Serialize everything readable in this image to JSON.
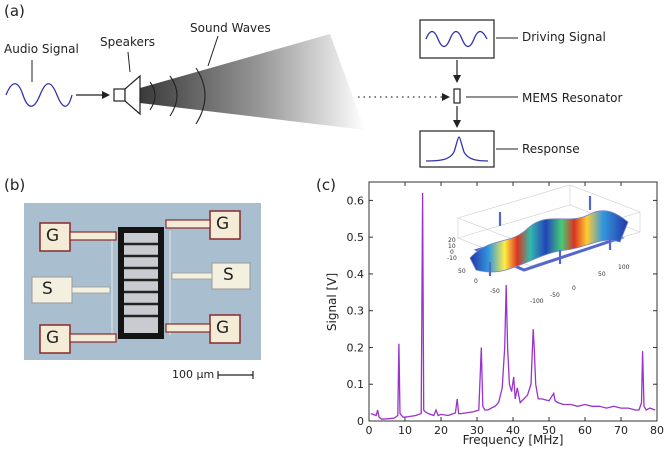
{
  "panel_a": {
    "label": "(a)",
    "audio_signal": "Audio Signal",
    "speakers": "Speakers",
    "sound_waves": "Sound Waves",
    "driving_signal": "Driving Signal",
    "mems_resonator": "MEMS Resonator",
    "response": "Response"
  },
  "panel_b": {
    "label": "(b)",
    "pads": [
      "G",
      "S",
      "G",
      "G",
      "S",
      "G"
    ],
    "scale_bar": "100 µm"
  },
  "panel_c": {
    "label": "(c)",
    "inset_ticks": {
      "z": [
        "20",
        "10",
        "0",
        "-10"
      ],
      "x": [
        "-100",
        "-50",
        "0",
        "50",
        "100"
      ],
      "y": [
        "50",
        "0",
        "-50"
      ]
    }
  },
  "chart_data": {
    "type": "line",
    "xlabel": "Frequency [MHz]",
    "ylabel": "Signal [V]",
    "xlim": [
      0,
      80
    ],
    "ylim": [
      0,
      0.65
    ],
    "xticks": [
      0,
      10,
      20,
      30,
      40,
      50,
      60,
      70,
      80
    ],
    "yticks": [
      0,
      0.1,
      0.2,
      0.3,
      0.4,
      0.5,
      0.6
    ],
    "color": "#9933cc",
    "x": [
      0.5,
      2.0,
      2.4,
      2.8,
      3.5,
      5,
      7,
      8.0,
      8.3,
      8.6,
      9.5,
      11,
      13,
      14.5,
      14.9,
      15.2,
      15.6,
      16.5,
      18,
      18.6,
      19.2,
      20,
      22,
      24,
      24.5,
      24.9,
      25.5,
      27,
      29,
      30.5,
      31.2,
      31.6,
      32.2,
      33,
      34,
      35,
      36,
      37,
      37.7,
      38.1,
      38.5,
      39,
      39.6,
      40.2,
      40.6,
      41.2,
      42,
      43,
      44,
      45,
      45.6,
      45.9,
      46.3,
      47,
      48,
      50,
      51.3,
      51.7,
      52.5,
      54,
      56,
      58,
      60,
      62,
      64,
      66,
      68,
      70,
      72,
      74,
      75,
      75.7,
      76.0,
      76.4,
      77,
      78,
      79.5
    ],
    "y": [
      0.02,
      0.015,
      0.03,
      0.01,
      0.005,
      0.006,
      0.008,
      0.015,
      0.21,
      0.02,
      0.01,
      0.012,
      0.015,
      0.02,
      0.62,
      0.03,
      0.025,
      0.02,
      0.015,
      0.03,
      0.015,
      0.018,
      0.015,
      0.022,
      0.06,
      0.02,
      0.02,
      0.022,
      0.025,
      0.03,
      0.2,
      0.04,
      0.03,
      0.03,
      0.035,
      0.04,
      0.05,
      0.09,
      0.2,
      0.37,
      0.2,
      0.1,
      0.08,
      0.12,
      0.06,
      0.09,
      0.05,
      0.06,
      0.07,
      0.1,
      0.25,
      0.2,
      0.1,
      0.06,
      0.06,
      0.055,
      0.075,
      0.055,
      0.05,
      0.045,
      0.045,
      0.04,
      0.045,
      0.04,
      0.04,
      0.035,
      0.04,
      0.035,
      0.035,
      0.03,
      0.03,
      0.05,
      0.19,
      0.04,
      0.03,
      0.035,
      0.03
    ]
  }
}
